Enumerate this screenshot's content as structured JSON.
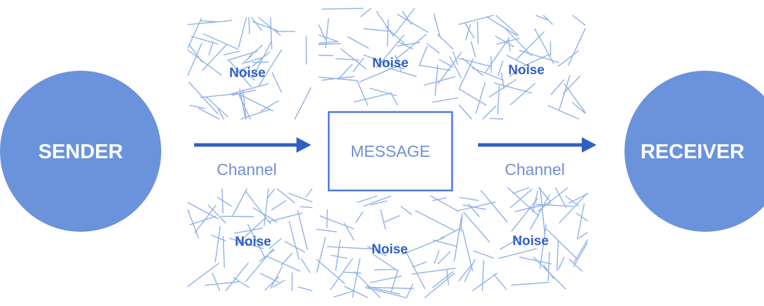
{
  "diagram": {
    "sender_label": "SENDER",
    "receiver_label": "RECEIVER",
    "message_label": "MESSAGE",
    "channel_left_label": "Channel",
    "channel_right_label": "Channel",
    "noise_labels": [
      "Noise",
      "Noise",
      "Noise",
      "Noise",
      "Noise",
      "Noise"
    ]
  },
  "colors": {
    "circle_fill": "#6a93dc",
    "circle_text": "#ffffff",
    "arrow": "#2f5fc4",
    "message_border": "#4f78d4",
    "message_text": "#6f90d6",
    "channel_text": "#6f90d6",
    "noise_lines": "#8fb1e6",
    "noise_text": "#2f5fc4"
  }
}
